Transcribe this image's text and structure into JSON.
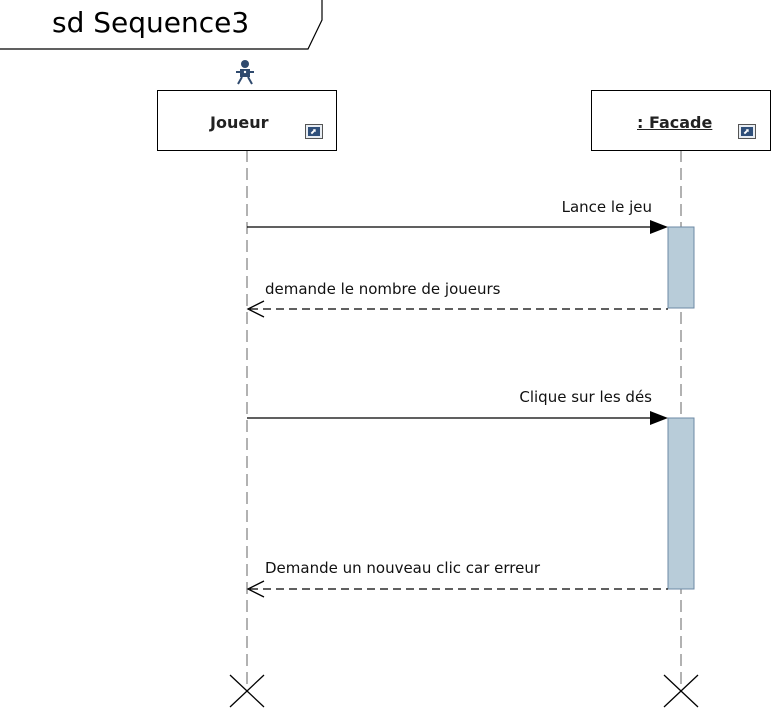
{
  "diagram": {
    "frame_label": "sd Sequence3",
    "lifelines": [
      {
        "id": "joueur",
        "name": "Joueur",
        "underlined": false,
        "has_actor_icon": true
      },
      {
        "id": "facade",
        "name": ": Facade",
        "underlined": true,
        "has_actor_icon": false
      }
    ],
    "messages": [
      {
        "id": "m1",
        "label": "Lance le jeu",
        "from": "joueur",
        "to": "facade",
        "kind": "sync"
      },
      {
        "id": "m2",
        "label": "demande le nombre de joueurs",
        "from": "facade",
        "to": "joueur",
        "kind": "reply"
      },
      {
        "id": "m3",
        "label": "Clique sur les dés",
        "from": "joueur",
        "to": "facade",
        "kind": "sync"
      },
      {
        "id": "m4",
        "label": "Demande un nouveau clic car erreur",
        "from": "facade",
        "to": "joueur",
        "kind": "reply"
      }
    ],
    "colors": {
      "activation_fill": "#b8ccd9",
      "activation_stroke": "#6d8aa5",
      "lifeline_dash": "#999999",
      "actor_icon": "#2f4a6e"
    }
  }
}
